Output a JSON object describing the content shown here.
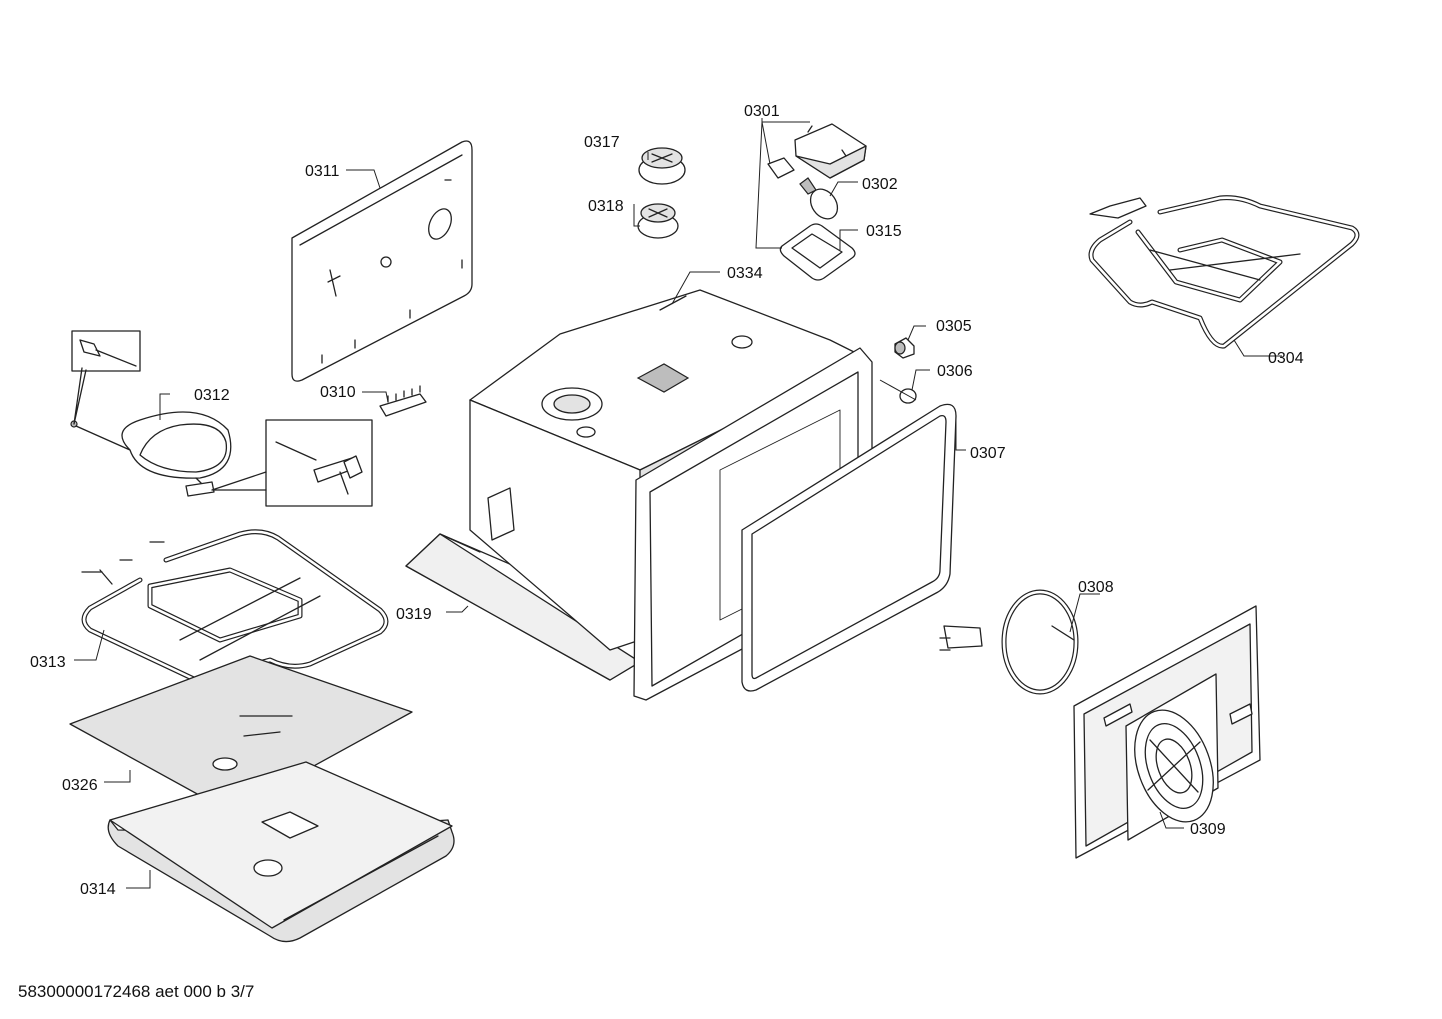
{
  "parts": [
    {
      "id": "0301",
      "label": "0301"
    },
    {
      "id": "0302",
      "label": "0302"
    },
    {
      "id": "0304",
      "label": "0304"
    },
    {
      "id": "0305",
      "label": "0305"
    },
    {
      "id": "0306",
      "label": "0306"
    },
    {
      "id": "0307",
      "label": "0307"
    },
    {
      "id": "0308",
      "label": "0308"
    },
    {
      "id": "0309",
      "label": "0309"
    },
    {
      "id": "0310",
      "label": "0310"
    },
    {
      "id": "0311",
      "label": "0311"
    },
    {
      "id": "0312",
      "label": "0312"
    },
    {
      "id": "0313",
      "label": "0313"
    },
    {
      "id": "0314",
      "label": "0314"
    },
    {
      "id": "0315",
      "label": "0315"
    },
    {
      "id": "0317",
      "label": "0317"
    },
    {
      "id": "0318",
      "label": "0318"
    },
    {
      "id": "0319",
      "label": "0319"
    },
    {
      "id": "0326",
      "label": "0326"
    },
    {
      "id": "0334",
      "label": "0334"
    }
  ],
  "document_code": "58300000172468 aet 000 b 3/7"
}
